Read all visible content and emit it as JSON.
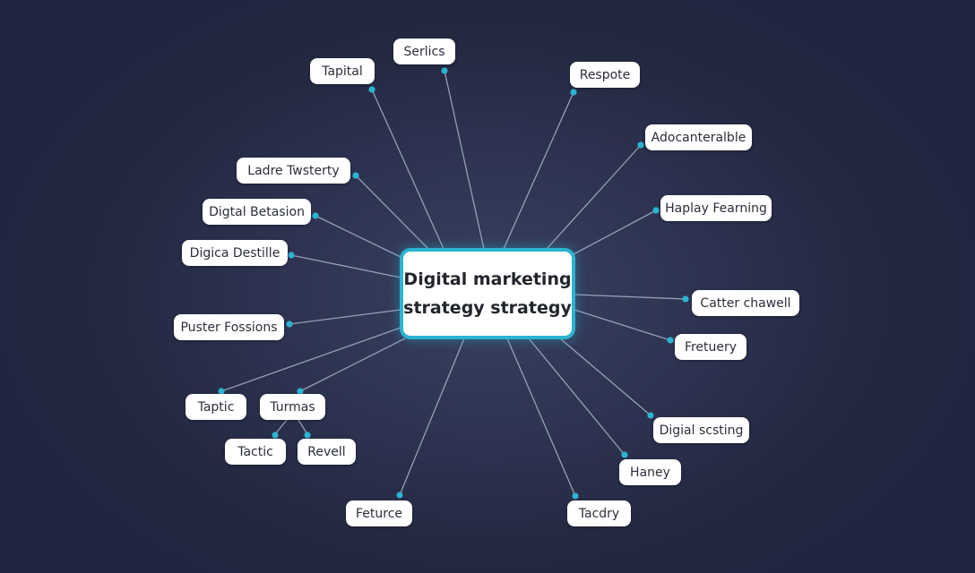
{
  "colors": {
    "background": "#272c45",
    "link": "#a9b2c8",
    "dot": "#2bb4d0",
    "center_border": "#2bb4d0",
    "node_bg": "#ffffff",
    "node_text": "#2b2f3a"
  },
  "center": {
    "line1": "Digital marketing",
    "line2": "strategy strategy"
  },
  "nodes": [
    {
      "id": "tapital",
      "label": "Tapital"
    },
    {
      "id": "serlics",
      "label": "Serlics"
    },
    {
      "id": "respote",
      "label": "Respote"
    },
    {
      "id": "adocanteralble",
      "label": "Adocanteralble"
    },
    {
      "id": "haplay-fearning",
      "label": "Haplay Fearning"
    },
    {
      "id": "ladre-twsterty",
      "label": "Ladre Twsterty"
    },
    {
      "id": "digtal-betasion",
      "label": "Digtal Betasion"
    },
    {
      "id": "digica-destille",
      "label": "Digica Destille"
    },
    {
      "id": "catter-chawell",
      "label": "Catter chawell"
    },
    {
      "id": "fretuery",
      "label": "Fretuery"
    },
    {
      "id": "puster-fossions",
      "label": "Puster Fossions"
    },
    {
      "id": "taptic",
      "label": "Taptic"
    },
    {
      "id": "turmas",
      "label": "Turmas"
    },
    {
      "id": "tactic",
      "label": "Tactic"
    },
    {
      "id": "revell",
      "label": "Revell"
    },
    {
      "id": "digial-scsting",
      "label": "Digial scsting"
    },
    {
      "id": "haney",
      "label": "Haney"
    },
    {
      "id": "tacdry",
      "label": "Tacdry"
    },
    {
      "id": "feturce",
      "label": "Feturce"
    }
  ]
}
